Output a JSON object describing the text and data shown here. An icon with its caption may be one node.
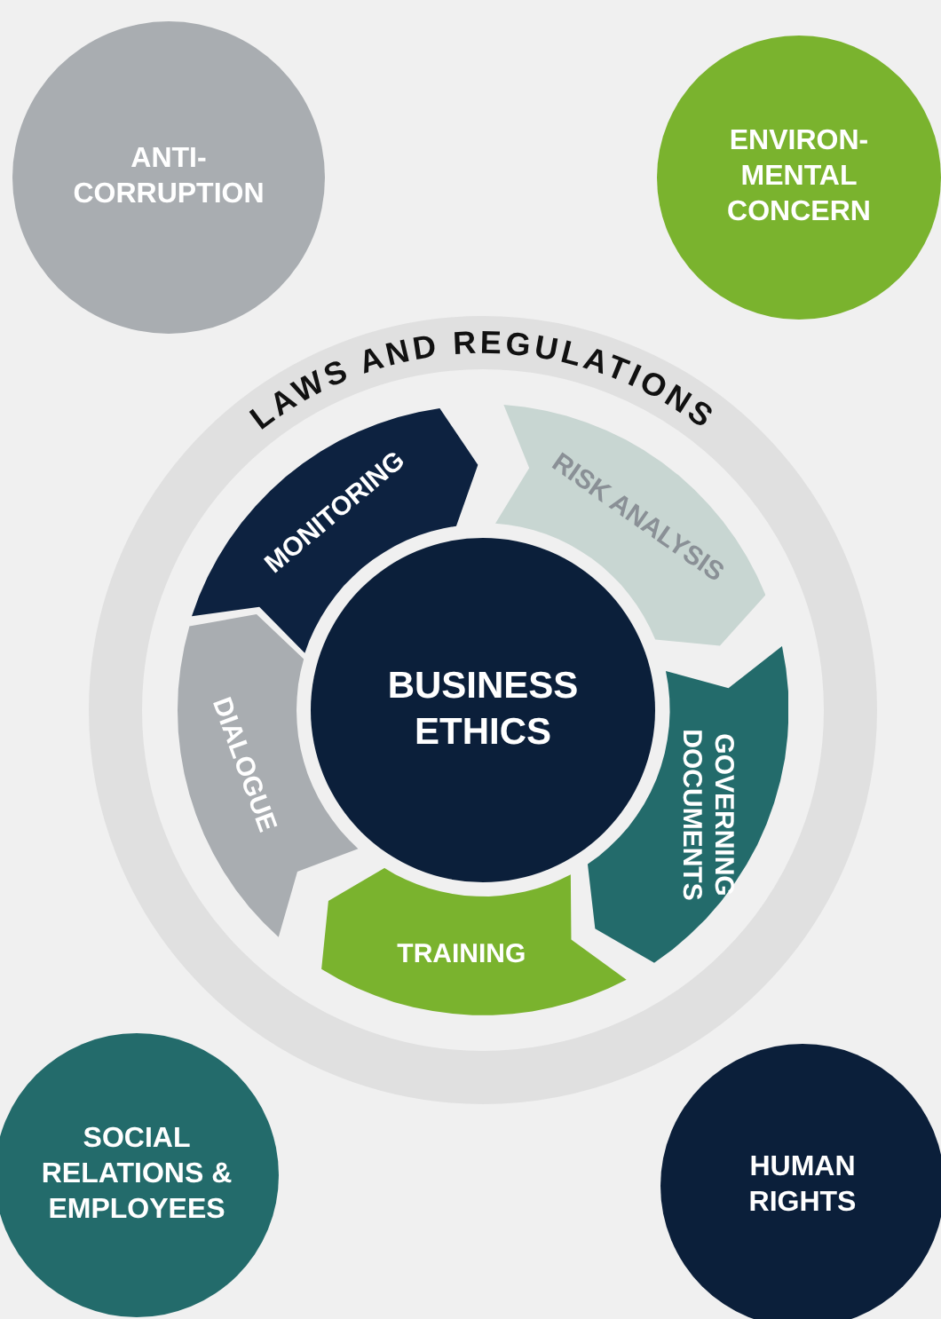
{
  "diagram": {
    "nodes": [
      {
        "text": [
          "ANTI- CORRUPTION"
        ]
      },
      {
        "text": [
          "ENVIRON- MENTAL CONCERN"
        ]
      },
      {
        "text": [
          "LAWS AND REGULATIONS"
        ]
      },
      {
        "text": [
          "MONITORING"
        ],
        "in": 2
      },
      {
        "text": [
          "RISK ANALYSIS"
        ],
        "in": 2
      },
      {
        "text": [
          "BUSINESS ETHICS"
        ],
        "in": 2
      },
      {
        "text": [
          "GOVERNING DOCUMENTS"
        ],
        "in": 2
      },
      {
        "text": [
          "DIALOGUE"
        ],
        "in": 2
      },
      {
        "text": [
          "TRAINING"
        ],
        "in": 2
      },
      {
        "text": [
          "SOCIAL RELATIONS & EMPLOYEES"
        ]
      },
      {
        "text": [
          "HUMAN RIGHTS"
        ]
      }
    ]
  }
}
